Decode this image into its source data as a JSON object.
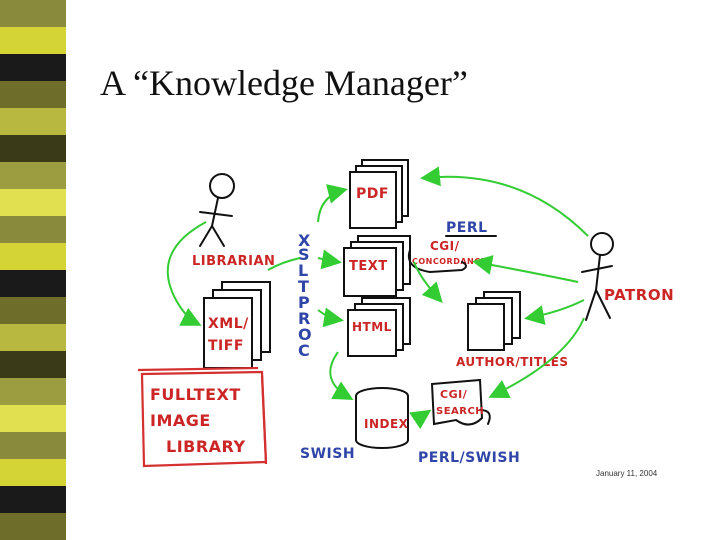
{
  "slide": {
    "title": "A “Knowledge Manager”"
  },
  "diagram": {
    "actors": {
      "librarian": "LIBRARIAN",
      "patron": "PATRON"
    },
    "process_vertical": [
      "X",
      "S",
      "L",
      "T",
      "P",
      "R",
      "O",
      "C"
    ],
    "docs": {
      "pdf": "PDF",
      "text": "TEXT",
      "html": "HTML",
      "xml_line1": "XML/",
      "xml_line2": "TIFF"
    },
    "perl": "PERL",
    "cgi_line1": "CGI/",
    "cgi_line2": "CONCORDANCE",
    "author_titles": "AUTHOR/TITLES",
    "fulltext": {
      "line1": "FULLTEXT",
      "line2": "IMAGE",
      "line3": "LIBRARY"
    },
    "index": "INDEX",
    "search_line1": "CGI/",
    "search_line2": "SEARCH",
    "swish": "SWISH",
    "perl_swish": "PERL/SWISH",
    "date": "January 11, 2004"
  },
  "colors": {
    "arrow": "#33cc33",
    "ink": "#111111",
    "red": "#d43030",
    "blue": "#2f45a8"
  },
  "icons": [
    "stick-figure-icon",
    "document-stack-icon",
    "cylinder-icon",
    "scroll-icon",
    "arrow-icon"
  ]
}
